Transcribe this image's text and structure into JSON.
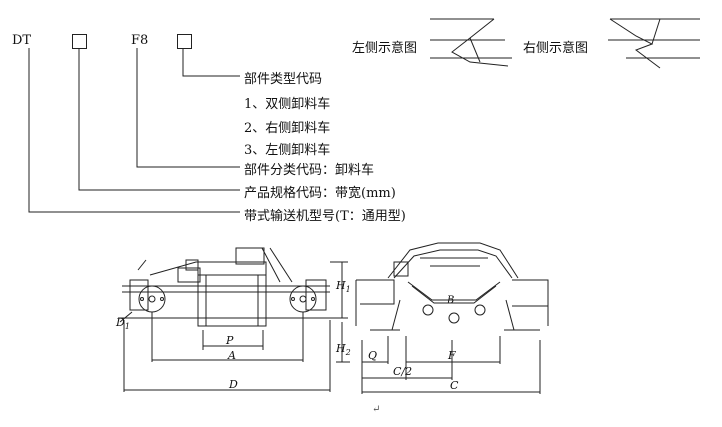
{
  "code": {
    "prefix": "DT",
    "series": "F8"
  },
  "legend": {
    "part_type_code": "部件类型代码",
    "opt1": "1、双侧卸料车",
    "opt2": "2、右侧卸料车",
    "opt3": "3、左侧卸料车",
    "part_class_code": "部件分类代码：卸料车",
    "spec_code": "产品规格代码：带宽(mm)",
    "model_code": "带式输送机型号(T：通用型)"
  },
  "schematics": {
    "left_label": "左侧示意图",
    "right_label": "右侧示意图"
  },
  "dimensions": {
    "D1": "D",
    "D1_sub": "1",
    "P": "P",
    "A": "A",
    "D": "D",
    "H1": "H",
    "H1_sub": "1",
    "H2": "H",
    "H2_sub": "2",
    "Q": "Q",
    "F": "F",
    "C2": "C/2",
    "C": "C",
    "B": "B"
  },
  "mark": "↵"
}
